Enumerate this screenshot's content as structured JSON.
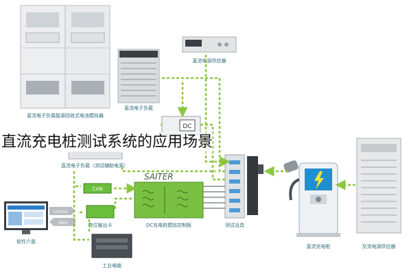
{
  "page_title": "直流充电桩测试系统的应用场景",
  "labels": {
    "cabinet": "直流电子负载能源回收式电池模拟器",
    "dc_source": "直流电源供应器",
    "e_load": "直流电子负载（测试辅助电源）",
    "e_load_top": "直流电子负载",
    "sensor_box": "DC",
    "brand": "SAITER",
    "core": "DC充电桩模拟控制板",
    "fixture": "测试治具",
    "charger": "直流充电桩",
    "ac_source": "交流电源供应器",
    "software": "软件介面",
    "ipc": "工业电脑",
    "dio": "数位输出卡",
    "can": "CAN",
    "control": "control",
    "data": "data"
  },
  "colors": {
    "accent_green": "#6abf3c",
    "dashed_green": "#8cc63f",
    "label_teal": "#2f6a78",
    "equipment_gray": "#d9dcdf",
    "screen_blue": "#2c7ec7"
  },
  "icons": [
    "lightning-icon",
    "plug-icon",
    "monitor-icon"
  ]
}
